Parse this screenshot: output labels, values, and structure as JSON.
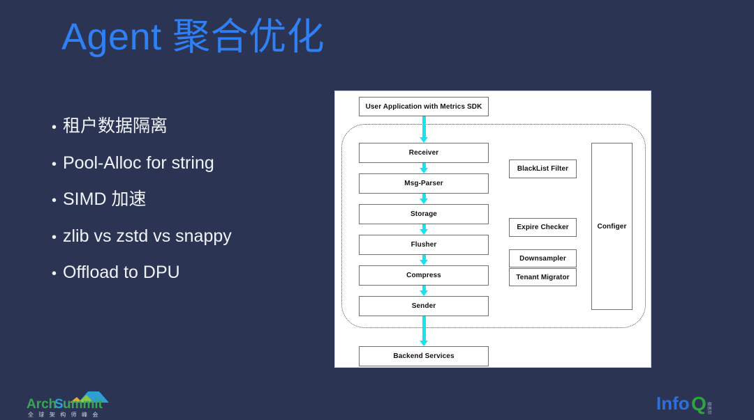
{
  "slide": {
    "title": "Agent 聚合优化",
    "background_color": "#2b3553",
    "title_color": "#2f7ff5",
    "text_color": "#f1f3f8"
  },
  "bullets": [
    {
      "marker": "•",
      "text": "租户数据隔离"
    },
    {
      "marker": "•",
      "text": "Pool-Alloc for string"
    },
    {
      "marker": "•",
      "text": "SIMD 加速"
    },
    {
      "marker": "•",
      "text": "zlib vs zstd vs snappy"
    },
    {
      "marker": "•",
      "text": "Offload to DPU"
    }
  ],
  "diagram": {
    "arrow_color": "#18e2ef",
    "box_border_color": "#6e6e6e",
    "panel_background": "#ffffff",
    "top_box": {
      "label": "User Application with Metrics SDK"
    },
    "pipeline": [
      {
        "label": "Receiver"
      },
      {
        "label": "Msg-Parser"
      },
      {
        "label": "Storage"
      },
      {
        "label": "Flusher"
      },
      {
        "label": "Compress"
      },
      {
        "label": "Sender"
      }
    ],
    "side_modules": [
      {
        "label": "BlackList Filter"
      },
      {
        "label": "Expire Checker"
      },
      {
        "label": "Downsampler"
      },
      {
        "label": "Tenant Migrator"
      }
    ],
    "config_box": {
      "label": "Configer"
    },
    "bottom_box": {
      "label": "Backend Services"
    }
  },
  "footer": {
    "archsummit": {
      "name_part1": "Arch",
      "name_part2": "Summit",
      "subtitle": "全 球 架 构 师 峰 会",
      "color1": "#3aa655",
      "color2": "#2e9fd6"
    },
    "infoq": {
      "name_part1": "Info",
      "name_part2": "Q",
      "tagline": "极客邦",
      "color1": "#2f6fd8",
      "color2": "#2fa342"
    }
  }
}
